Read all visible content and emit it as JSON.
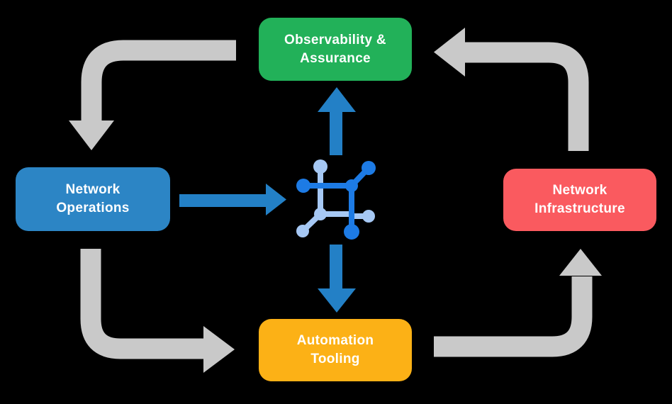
{
  "colors": {
    "background": "#000000",
    "arrow_gray": "#c9c9c9",
    "arrow_blue": "#2380c6",
    "icon_dark": "#1d7be5",
    "icon_light": "#a6c8f4",
    "node_green": "#22b159",
    "node_blue": "#2c85c5",
    "node_red": "#fa5a5f",
    "node_yellow": "#fcb116",
    "text": "#ffffff"
  },
  "nodes": {
    "observability": {
      "line1": "Observability &",
      "line2": "Assurance"
    },
    "operations": {
      "line1": "Network",
      "line2": "Operations"
    },
    "infrastructure": {
      "line1": "Network",
      "line2": "Infrastructure"
    },
    "automation": {
      "line1": "Automation",
      "line2": "Tooling"
    }
  },
  "icon": {
    "name": "network-platform-icon"
  }
}
